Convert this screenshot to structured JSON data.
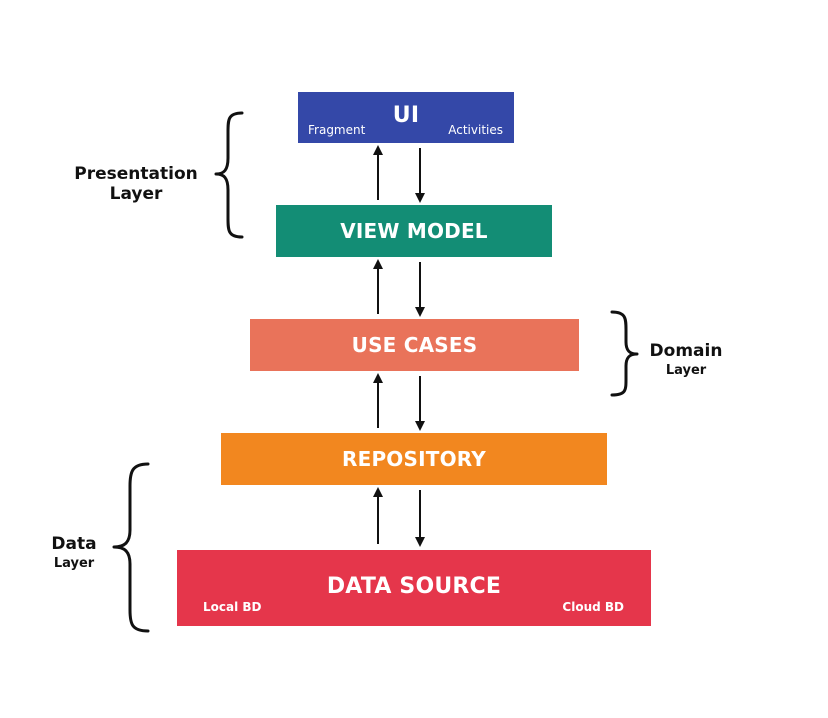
{
  "diagram": {
    "layers": {
      "presentation": "Presentation Layer",
      "domain_title": "Domain",
      "domain_sub": "Layer",
      "data_title": "Data",
      "data_sub": "Layer"
    },
    "boxes": {
      "ui": {
        "title": "UI",
        "left": "Fragment",
        "right": "Activities",
        "color": "#3448A8"
      },
      "view_model": {
        "title": "VIEW MODEL",
        "color": "#138D75"
      },
      "use_cases": {
        "title": "USE CASES",
        "color": "#E9735A"
      },
      "repository": {
        "title": "REPOSITORY",
        "color": "#F2871F"
      },
      "data_source": {
        "title": "DATA SOURCE",
        "left": "Local BD",
        "right": "Cloud BD",
        "color": "#E5364B"
      }
    },
    "connections": [
      {
        "from": "ui",
        "to": "view_model",
        "direction": "bidirectional"
      },
      {
        "from": "view_model",
        "to": "use_cases",
        "direction": "bidirectional"
      },
      {
        "from": "use_cases",
        "to": "repository",
        "direction": "bidirectional"
      },
      {
        "from": "repository",
        "to": "data_source",
        "direction": "bidirectional"
      }
    ]
  }
}
